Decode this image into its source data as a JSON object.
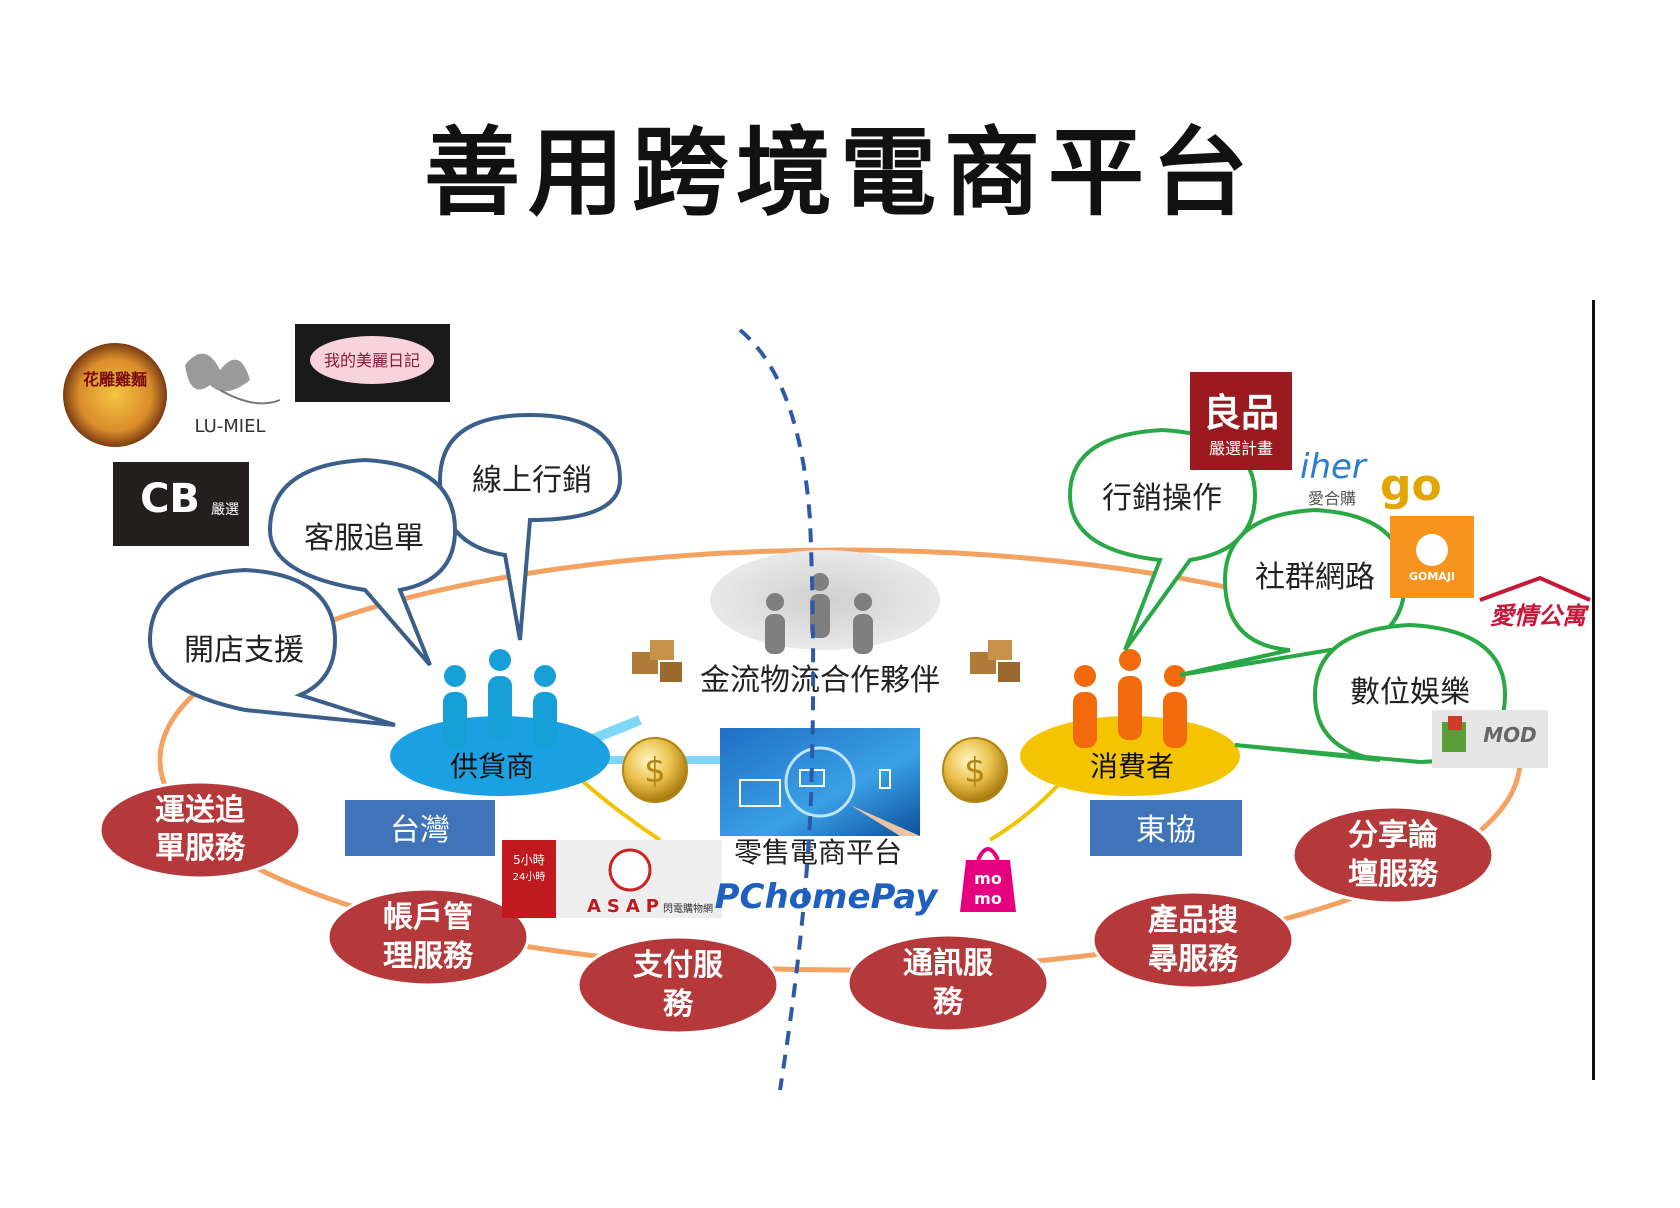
{
  "title": "善用跨境電商平台",
  "bubbles_left": [
    "線上行銷",
    "客服追單",
    "開店支援"
  ],
  "bubbles_right": [
    "行銷操作",
    "社群網路",
    "數位娛樂"
  ],
  "partners_label": "金流物流合作夥伴",
  "supplier_label": "供貨商",
  "consumer_label": "消費者",
  "region_left": "台灣",
  "region_right": "東協",
  "platform_label": "零售電商平台",
  "services": [
    [
      "運送追",
      "單服務"
    ],
    [
      "帳戶管",
      "理服務"
    ],
    [
      "支付服",
      "務"
    ],
    [
      "通訊服",
      "務"
    ],
    [
      "產品搜",
      "尋服務"
    ],
    [
      "分享論",
      "壇服務"
    ]
  ],
  "logos": {
    "lumiel": "LU-MIEL",
    "diary": "我的美麗日記",
    "cb": "CB",
    "cb_sub": "嚴選",
    "liangpin": "良品",
    "liangpin_sub": "嚴選計畫",
    "ihergo": "iher",
    "ihergo_go": "go",
    "ihergo_sub": "愛合購",
    "gomaji": "GOMAJI",
    "love": "愛情公寓",
    "mod": "MOD",
    "asap": "ASAP",
    "asap_sub": "閃電購物網",
    "hrs": "5小時",
    "hrs_sub": "24小時",
    "pchome": "PChomePay",
    "momo": "mo",
    "momo_sub": "mo",
    "noodle": "花雕雞麵"
  },
  "colors": {
    "ellipse": "#f4a261",
    "bubble_left": "#3b5f8a",
    "bubble_right": "#2aa845",
    "supplier": "#1ba1e2",
    "consumer": "#f57c00",
    "service": "#b5383a",
    "region": "#3f74b8",
    "divider": "#2d5aa8"
  }
}
